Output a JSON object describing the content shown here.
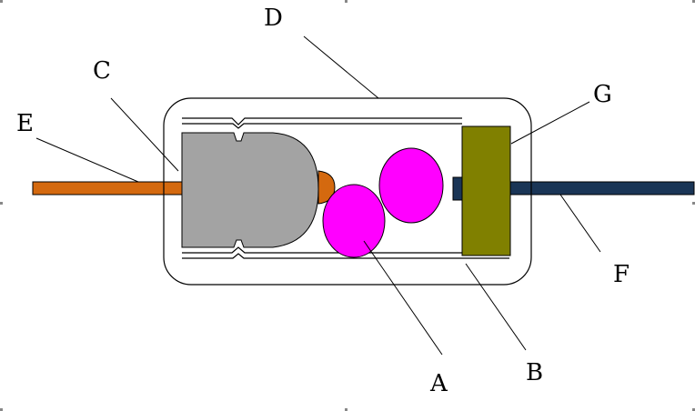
{
  "labels": {
    "A": "A",
    "B": "B",
    "C": "C",
    "D": "D",
    "E": "E",
    "F": "F",
    "G": "G"
  },
  "colors": {
    "lead_left": "#d4690f",
    "lead_right": "#1a3556",
    "slug": "#a3a3a3",
    "pellet": "#ff00ff",
    "end_cap": "#808000",
    "solder_bead": "#d4690f",
    "corner_marks": "#888888"
  }
}
